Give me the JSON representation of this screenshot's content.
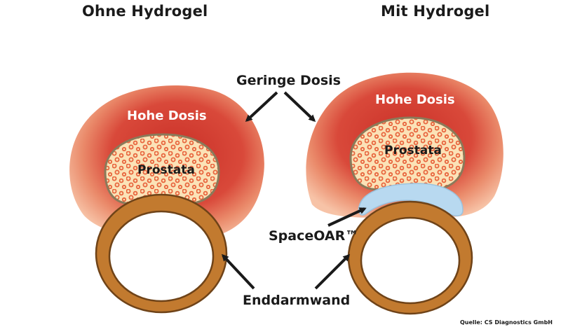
{
  "left": {
    "heading": "Ohne Hydrogel",
    "high_dose_label": "Hohe Dosis",
    "prostate_label": "Prostata"
  },
  "right": {
    "heading": "Mit Hydrogel",
    "high_dose_label": "Hohe Dosis",
    "prostate_label": "Prostata",
    "spacer_label": "SpaceOAR™"
  },
  "shared": {
    "low_dose_label": "Geringe Dosis",
    "rectum_wall_label": "Enddarmwand"
  },
  "source": "Quelle: CS Diagnostics GmbH",
  "colors": {
    "low_dose": "#f5b79a",
    "high_dose": "#d8453a",
    "prostate_fill": "#fbe2b7",
    "prostate_dots": "#e8653e",
    "prostate_border": "#8a7a5a",
    "rectum_wall": "#c27a2f",
    "rectum_border": "#6f4318",
    "hydrogel": "#b8d9f0"
  }
}
